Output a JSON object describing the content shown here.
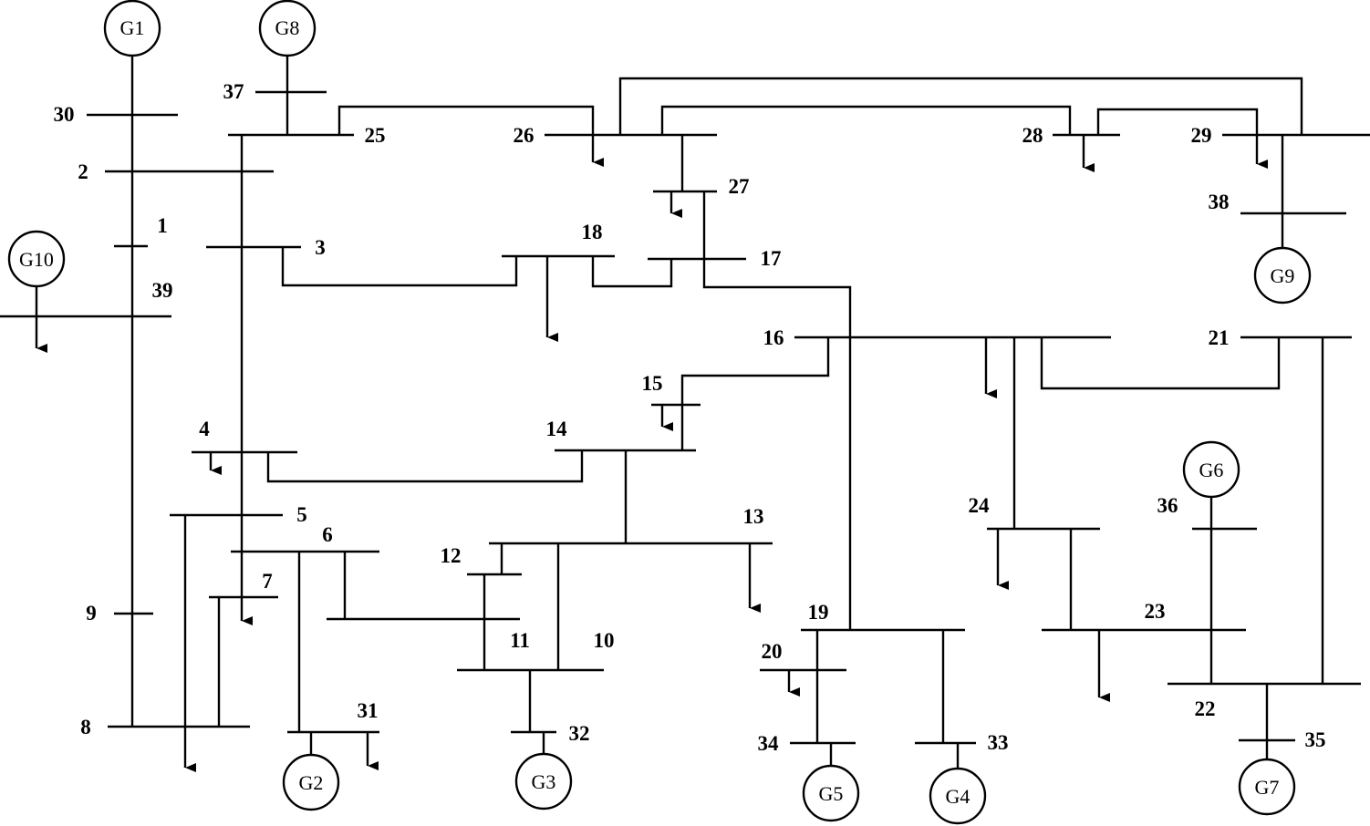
{
  "buses": [
    {
      "id": "bus-1",
      "label": "1"
    },
    {
      "id": "bus-2",
      "label": "2"
    },
    {
      "id": "bus-3",
      "label": "3"
    },
    {
      "id": "bus-4",
      "label": "4"
    },
    {
      "id": "bus-5",
      "label": "5"
    },
    {
      "id": "bus-6",
      "label": "6"
    },
    {
      "id": "bus-7",
      "label": "7"
    },
    {
      "id": "bus-8",
      "label": "8"
    },
    {
      "id": "bus-9",
      "label": "9"
    },
    {
      "id": "bus-10",
      "label": "10"
    },
    {
      "id": "bus-11",
      "label": "11"
    },
    {
      "id": "bus-12",
      "label": "12"
    },
    {
      "id": "bus-13",
      "label": "13"
    },
    {
      "id": "bus-14",
      "label": "14"
    },
    {
      "id": "bus-15",
      "label": "15"
    },
    {
      "id": "bus-16",
      "label": "16"
    },
    {
      "id": "bus-17",
      "label": "17"
    },
    {
      "id": "bus-18",
      "label": "18"
    },
    {
      "id": "bus-19",
      "label": "19"
    },
    {
      "id": "bus-20",
      "label": "20"
    },
    {
      "id": "bus-21",
      "label": "21"
    },
    {
      "id": "bus-22",
      "label": "22"
    },
    {
      "id": "bus-23",
      "label": "23"
    },
    {
      "id": "bus-24",
      "label": "24"
    },
    {
      "id": "bus-25",
      "label": "25"
    },
    {
      "id": "bus-26",
      "label": "26"
    },
    {
      "id": "bus-27",
      "label": "27"
    },
    {
      "id": "bus-28",
      "label": "28"
    },
    {
      "id": "bus-29",
      "label": "29"
    },
    {
      "id": "bus-30",
      "label": "30"
    },
    {
      "id": "bus-31",
      "label": "31"
    },
    {
      "id": "bus-32",
      "label": "32"
    },
    {
      "id": "bus-33",
      "label": "33"
    },
    {
      "id": "bus-34",
      "label": "34"
    },
    {
      "id": "bus-35",
      "label": "35"
    },
    {
      "id": "bus-36",
      "label": "36"
    },
    {
      "id": "bus-37",
      "label": "37"
    },
    {
      "id": "bus-38",
      "label": "38"
    },
    {
      "id": "bus-39",
      "label": "39"
    }
  ],
  "generators": [
    {
      "id": "gen-g1",
      "label": "G1"
    },
    {
      "id": "gen-g2",
      "label": "G2"
    },
    {
      "id": "gen-g3",
      "label": "G3"
    },
    {
      "id": "gen-g4",
      "label": "G4"
    },
    {
      "id": "gen-g5",
      "label": "G5"
    },
    {
      "id": "gen-g6",
      "label": "G6"
    },
    {
      "id": "gen-g7",
      "label": "G7"
    },
    {
      "id": "gen-g8",
      "label": "G8"
    },
    {
      "id": "gen-g9",
      "label": "G9"
    },
    {
      "id": "gen-g10",
      "label": "G10"
    }
  ],
  "colors": {
    "line": "#000000",
    "background": "#ffffff"
  }
}
